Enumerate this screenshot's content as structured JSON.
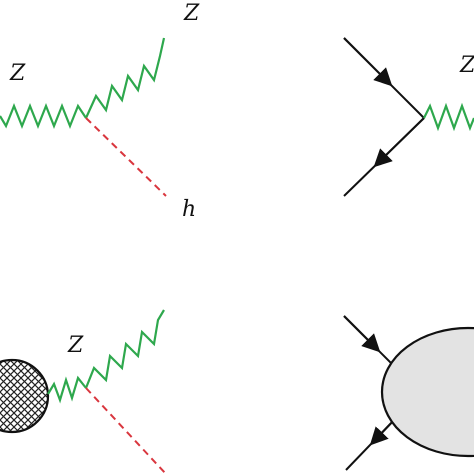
{
  "colors": {
    "boson": "#2ea84d",
    "higgs": "#d9363e",
    "fermion": "#111111",
    "blob_fill": "#e3e3e3"
  },
  "diagrams": [
    {
      "id": "top-left",
      "labels": {
        "incoming_z": "Z",
        "outgoing_z": "Z",
        "higgs": "h"
      }
    },
    {
      "id": "top-right",
      "labels": {
        "boson": "Z"
      }
    },
    {
      "id": "bottom-left",
      "labels": {
        "boson": "Z"
      }
    },
    {
      "id": "bottom-right",
      "labels": {}
    }
  ]
}
